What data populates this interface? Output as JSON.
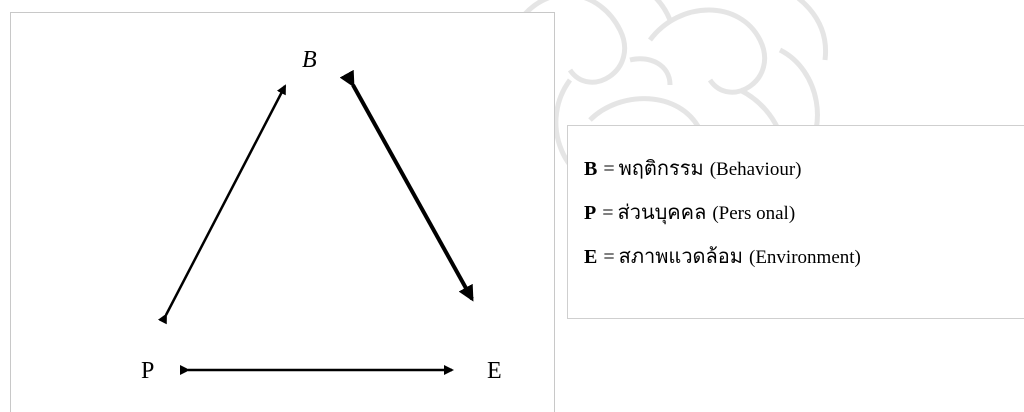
{
  "diagram": {
    "nodes": {
      "b": "B",
      "p": "P",
      "e": "E"
    }
  },
  "legend": {
    "items": [
      {
        "key": "B",
        "eq": "=",
        "thai": "พฤติกรรม",
        "english": "(Behaviour)"
      },
      {
        "key": "P",
        "eq": "=",
        "thai": "ส่วนบุคคล",
        "english": "(Pers onal)"
      },
      {
        "key": "E",
        "eq": "=",
        "thai": "สภาพแวดล้อม",
        "english": "(Environment)"
      }
    ]
  },
  "colors": {
    "line": "#000000",
    "watermark": "#9a9a9a",
    "border": "#c8c8c8"
  },
  "icons": {
    "watermark": "decorative-seal-watermark"
  }
}
